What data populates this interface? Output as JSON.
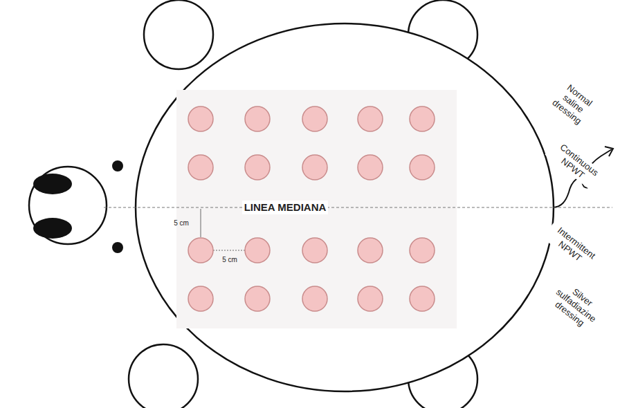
{
  "diagram": {
    "labels": [
      "Normal saline dressing",
      "Continuous NPWT",
      "LINEA MEDIANA",
      "5 cm",
      "5 cm",
      "Intermittent NPWT",
      "Silver sulfadiazine dressing"
    ]
  }
}
